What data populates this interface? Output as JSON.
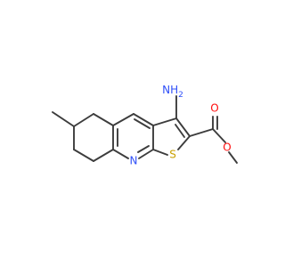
{
  "molecule": {
    "atom_labels": {
      "amino": "NH",
      "amino_sub": "2",
      "ring_nitrogen": "N",
      "thiophene_sulfur": "S",
      "carbonyl_oxygen": "O",
      "ester_oxygen": "O"
    },
    "colors": {
      "bond": "#3c3c3c",
      "nitrogen": "#3050f8",
      "sulfur": "#c8a000",
      "oxygen": "#ff0d0d"
    }
  }
}
